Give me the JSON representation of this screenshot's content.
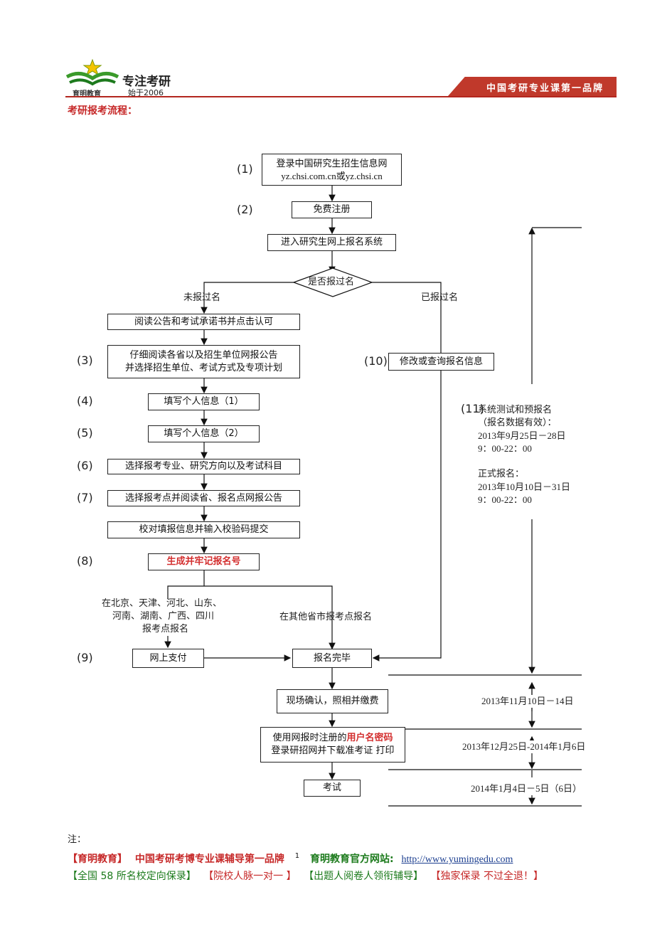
{
  "header": {
    "logo_name": "育明教育",
    "slogan": "专注考研",
    "since": "始于2006",
    "banner": "中国考研专业课第一品牌"
  },
  "title": "考研报考流程：",
  "flow": {
    "steps": [
      "(1)",
      "(2)",
      "(3)",
      "(4)",
      "(5)",
      "(6)",
      "(7)",
      "(8)",
      "(9)",
      "(10)",
      "(11)"
    ],
    "login_line1": "登录中国研究生招生信息网",
    "login_line2": "yz.chsi.com.cn或yz.chsi.cn",
    "register": "免费注册",
    "enter_system": "进入研究生网上报名系统",
    "decision": "是否报过名",
    "not_registered": "未报过名",
    "registered": "已报过名",
    "read_notice": "阅读公告和考试承诺书并点击认可",
    "select_line1": "仔细阅读各省以及招生单位网报公告",
    "select_line2": "并选择招生单位、考试方式及专项计划",
    "personal1": "填写个人信息（1）",
    "personal2": "填写个人信息（2）",
    "choose_major": "选择报考专业、研究方向以及考试科目",
    "choose_site": "选择报考点并阅读省、报名点网报公告",
    "verify": "校对填报信息并输入校验码提交",
    "generate": "生成并牢记报名号",
    "regions_line1": "在北京、天津、河北、山东、",
    "regions_line2": "河南、湖南、广西、四川",
    "regions_line3": "报考点报名",
    "other_provinces": "在其他省市报考点报名",
    "online_pay": "网上支付",
    "complete": "报名完毕",
    "modify": "修改或查询报名信息",
    "confirm": "现场确认，照相并缴费",
    "download_pre": "使用网报时注册的",
    "download_red": "用户名密码",
    "download_line2": "登录研招网并下载准考证 打印",
    "exam": "考试",
    "side_line1": "系统测试和预报名",
    "side_line2": "（报名数据有效）：",
    "side_line3": "2013年9月25日－28日",
    "side_line4": "9：00-22：00",
    "side_line5": "正式报名：",
    "side_line6": "2013年10月10日－31日",
    "side_line7": "9：00-22：00",
    "date_confirm": "2013年11月10日－14日",
    "date_download": "2013年12月25日-2014年1月6日",
    "date_exam": "2014年1月4日－5日（6日）"
  },
  "footer": {
    "note": "注：",
    "brand": "【育明教育】",
    "brand_desc": "中国考研考博专业课辅导第一品牌",
    "page_num": "1",
    "site_label": "育明教育官方网站:",
    "site_url": "http://www.yumingedu.com",
    "tag1": "【全国 58 所名校定向保录】",
    "tag2": "【院校人脉一对一 】",
    "tag3": "【出题人阅卷人领衔辅导】",
    "tag4": "【独家保录  不过全退！】"
  }
}
